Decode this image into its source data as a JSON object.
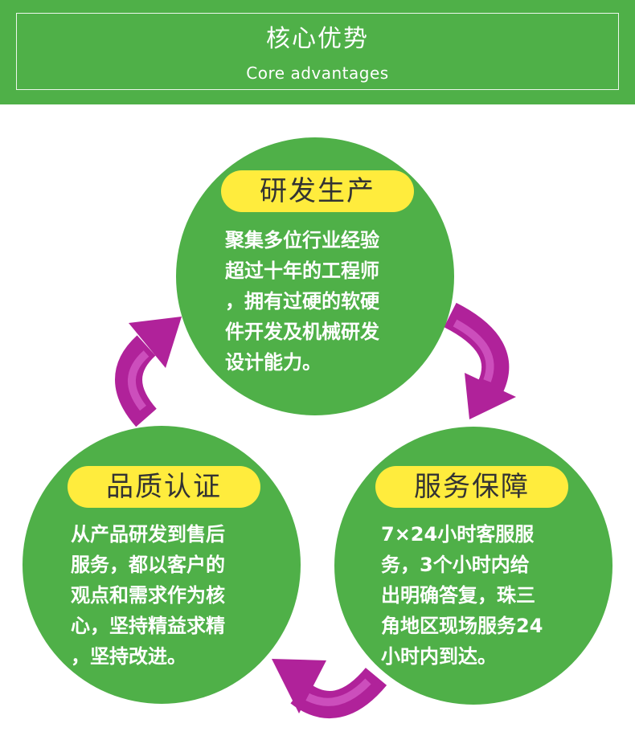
{
  "header": {
    "title": "核心优势",
    "subtitle": "Core advantages"
  },
  "cards": {
    "rnd": {
      "title": "研发生产",
      "lines": [
        "聚集多位行业经验",
        "超过十年的工程师",
        "，拥有过硬的软硬",
        "件开发及机械研发",
        "设计能力。"
      ]
    },
    "service": {
      "title": "服务保障",
      "lines": [
        "7×24小时客服服",
        "务，3个小时内给",
        "出明确答复，珠三",
        "角地区现场服务24",
        "小时内到达。"
      ]
    },
    "quality": {
      "title": "品质认证",
      "lines": [
        "从产品研发到售后",
        "服务，都以客户的",
        "观点和需求作为核",
        "心，坚持精益求精",
        "，坚持改进。"
      ]
    }
  },
  "colors": {
    "green": "#4fb048",
    "yellow": "#ffec3d",
    "arrow": "#b0229a",
    "arrow_light": "#cc4ebc"
  }
}
